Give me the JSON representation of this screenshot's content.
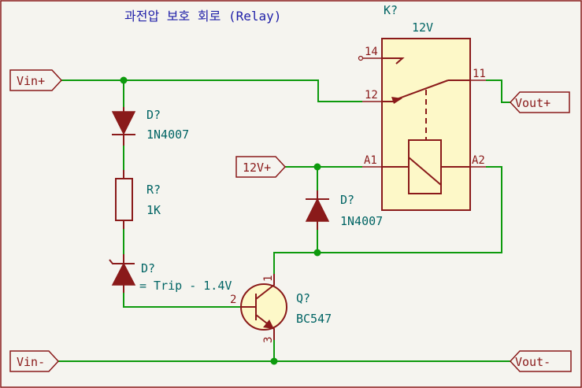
{
  "title": "과전압 보호 회로 (Relay)",
  "ports": {
    "vin_plus": "Vin+",
    "vin_minus": "Vin-",
    "v12": "12V+",
    "vout_plus": "Vout+",
    "vout_minus": "Vout-"
  },
  "relay": {
    "ref": "K?",
    "value": "12V",
    "pins": {
      "p14": "14",
      "p12": "12",
      "p11": "11",
      "a1": "A1",
      "a2": "A2"
    }
  },
  "diode_top": {
    "ref": "D?",
    "value": "1N4007"
  },
  "resistor": {
    "ref": "R?",
    "value": "1K"
  },
  "zener": {
    "ref": "D?",
    "value": "= Trip - 1.4V"
  },
  "diode_relay": {
    "ref": "D?",
    "value": "1N4007"
  },
  "transistor": {
    "ref": "Q?",
    "value": "BC547",
    "pins": {
      "c": "1",
      "b": "2",
      "e": "3"
    }
  },
  "colors": {
    "background": "#f5f4ef",
    "wire": "#0d9a0d",
    "component": "#8a1a1a",
    "relay_fill": "#fdf8c8",
    "transistor_fill": "#fdf8c8",
    "reference_text": "#006464",
    "title_text": "#1e1ea8",
    "border": "#8a1a1a"
  }
}
